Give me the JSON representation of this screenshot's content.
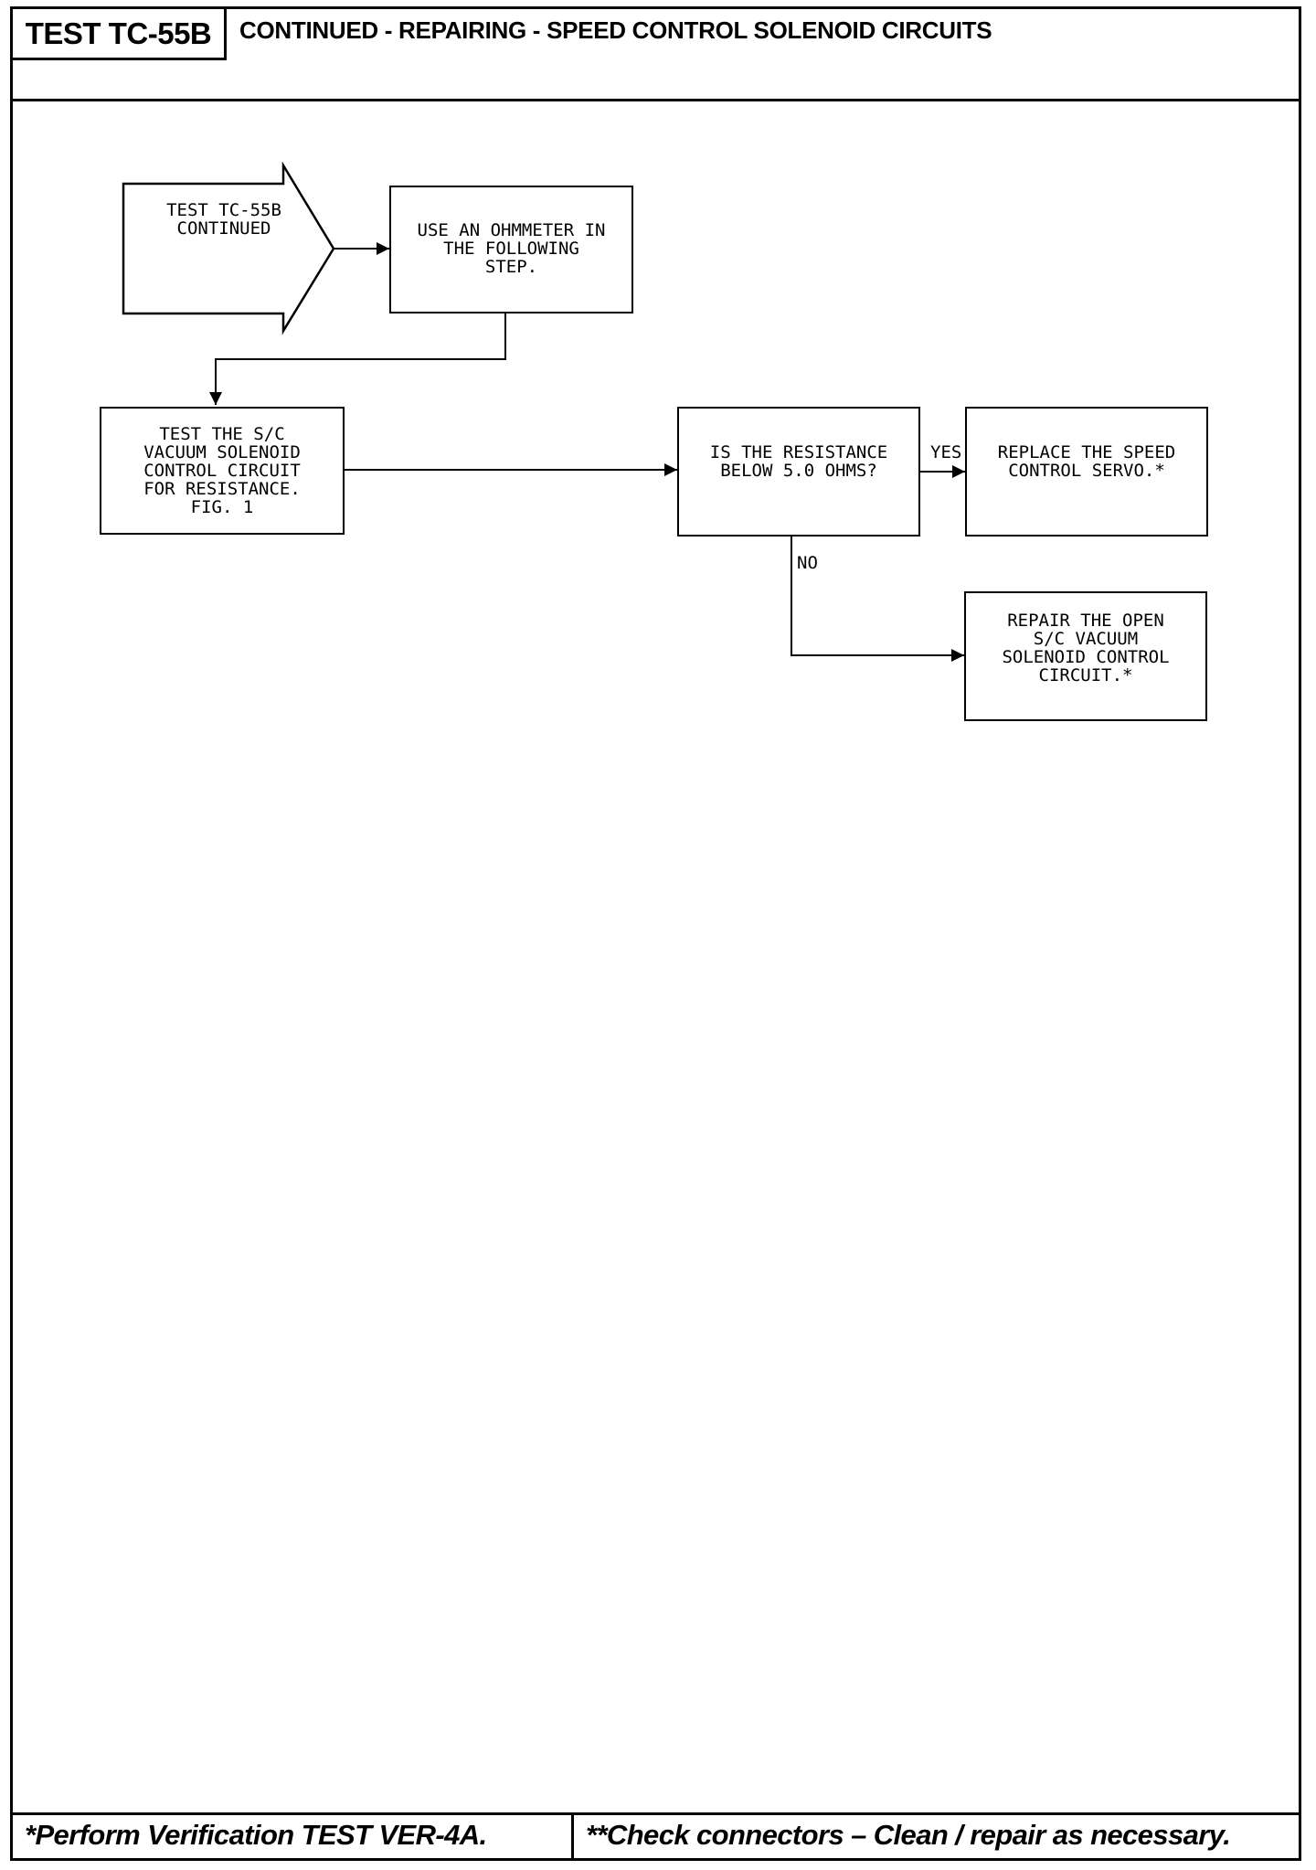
{
  "header": {
    "test_id": "TEST TC-55B",
    "title": "CONTINUED - REPAIRING - SPEED CONTROL SOLENOID CIRCUITS"
  },
  "flowchart": {
    "start": "TEST TC-55B\nCONTINUED",
    "step_ohmmeter": "USE AN OHMMETER IN\nTHE FOLLOWING\nSTEP.",
    "step_test_circuit": "TEST THE S/C\nVACUUM SOLENOID\nCONTROL CIRCUIT\nFOR RESISTANCE.\nFIG. 1",
    "decision_resistance": "IS THE RESISTANCE\nBELOW 5.0 OHMS?",
    "yes_label": "YES",
    "no_label": "NO",
    "result_yes": "REPLACE THE SPEED\nCONTROL SERVO.*",
    "result_no": "REPAIR THE OPEN\nS/C VACUUM\nSOLENOID CONTROL\nCIRCUIT.*"
  },
  "footer": {
    "note_left": "*Perform Verification TEST VER-4A.",
    "note_right": "**Check connectors – Clean / repair as necessary."
  }
}
